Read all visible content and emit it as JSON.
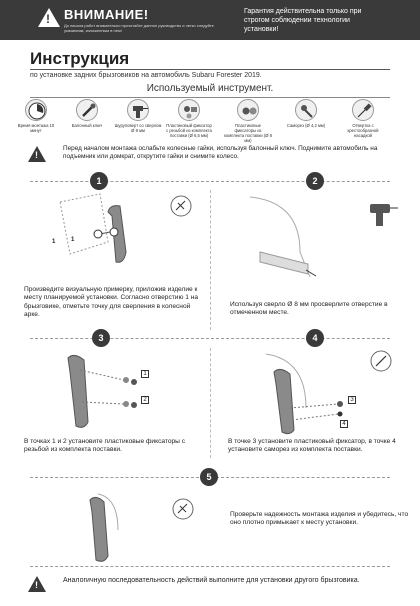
{
  "header": {
    "title": "ВНИМАНИЕ!",
    "subtitle": "До начала работ внимательно прочитайте данное руководство и четко следуйте указаниям, изложенным в нем!",
    "right_text": "Гарантия действительна только при строгом соблюдении технологии установки!"
  },
  "title": "Инструкция",
  "subtitle": "по установке задних брызговиков на автомобиль Subaru Forester 2019.",
  "tools": {
    "heading": "Используемый инструмент.",
    "items": [
      {
        "icon": "clock-icon",
        "label": "Время монтажа 10 минут"
      },
      {
        "icon": "wheel-wrench-icon",
        "label": "Балонный ключ"
      },
      {
        "icon": "drill-icon",
        "label": "Шуруповерт со сверлом Ø 8 мм"
      },
      {
        "icon": "threaded-clip-icon",
        "label": "Пластиковый фиксатор с резьбой из комплекта поставки (Ø 6,5 мм)"
      },
      {
        "icon": "plastic-clip-icon",
        "label": "Пластиковые фиксаторы из комплекта поставки (Ø 8 мм)"
      },
      {
        "icon": "screw-icon",
        "label": "Саморез (Ø 4,2 мм)"
      },
      {
        "icon": "screwdriver-icon",
        "label": "Отвертка с крестообразной насадкой"
      }
    ]
  },
  "warning": "Перед началом монтажа ослабьте колесные гайки, используя балонный ключ. Поднимите автомобиль на подъемник или домкрат, открутите гайки и снимите колесо.",
  "steps": [
    {
      "num": "1",
      "text": "Произведите визуальную примерку, приложив изделие к месту планируемой установки. Согласно отверстию 1 на брызговике, отметьте точку для сверления в колесной арке."
    },
    {
      "num": "2",
      "text": "Используя сверло Ø 8 мм просверлите отверстие в отмеченном месте."
    },
    {
      "num": "3",
      "text": "В точках 1 и 2 установите пластиковые фиксаторы с резьбой из комплекта поставки."
    },
    {
      "num": "4",
      "text": "В точке 3 установите пластиковый фиксатор, в точке 4 установите саморез из комплекта поставки."
    },
    {
      "num": "5",
      "text": "Проверьте надежность монтажа изделия и убедитесь, что оно плотно примыкает к месту установки."
    }
  ],
  "callouts": {
    "one": "1",
    "two": "2",
    "three": "3",
    "four": "4"
  },
  "final": "Аналогичную последовательность действий выполните для установки другого брызговика.",
  "warning_mark": "!"
}
